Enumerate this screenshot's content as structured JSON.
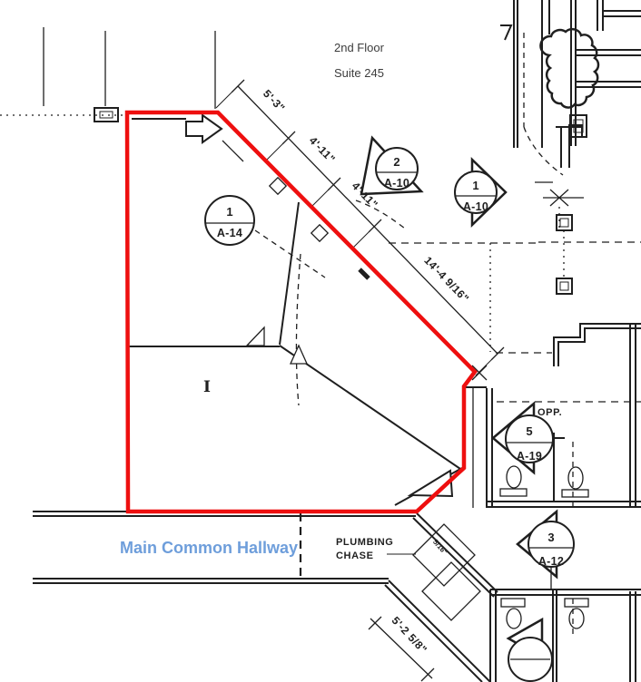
{
  "header": {
    "floor_label": "2nd Floor",
    "suite_label": "Suite 245"
  },
  "labels": {
    "hallway": "Main Common Hallway",
    "plumbing_line1": "PLUMBING",
    "plumbing_line2": "CHASE",
    "opp": "OPP.",
    "column_symbol": "I"
  },
  "dimensions": {
    "d1": "5'-3\"",
    "d2": "4'-11\"",
    "d3": "4'-11\"",
    "d4": "14'-4 9/16\"",
    "d5": "5'-2 5/8\"",
    "d6": "5/16\""
  },
  "markers": {
    "a14": {
      "number": "1",
      "sheet": "A-14"
    },
    "a10_2": {
      "number": "2",
      "sheet": "A-10"
    },
    "a10_1": {
      "number": "1",
      "sheet": "A-10"
    },
    "a19": {
      "number": "5",
      "sheet": "A-19"
    },
    "a12": {
      "number": "3",
      "sheet": "A-12"
    }
  },
  "colors": {
    "suite_outline": "#ee0f0f",
    "hallway_text": "#6e9edb",
    "ink": "#1f1f1f",
    "label_text": "#3c3c3c"
  }
}
